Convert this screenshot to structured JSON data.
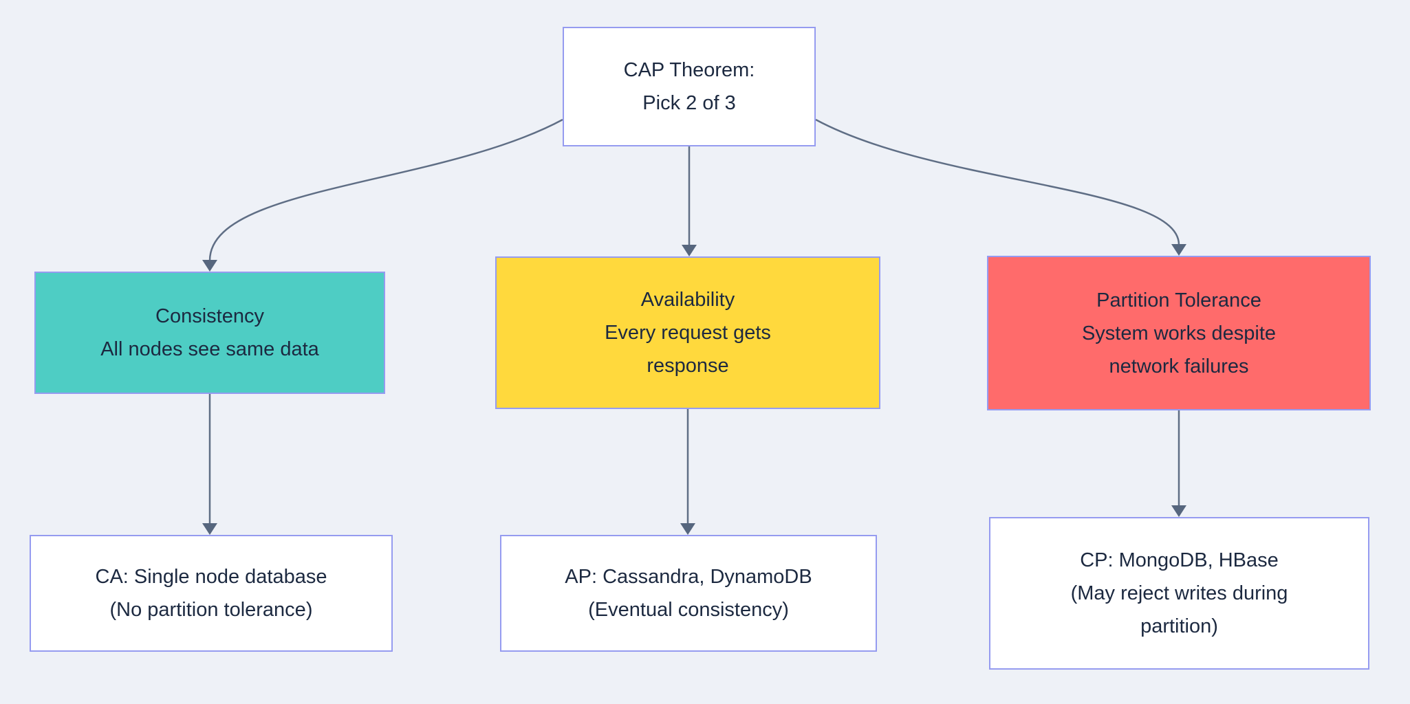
{
  "diagram": {
    "type": "flowchart",
    "background": "#eef1f7",
    "colors": {
      "node_border": "#959bf0",
      "edge_line": "#5f6e85",
      "arrowhead": "#56667e",
      "text": "#1c2940",
      "root_fill": "#ffffff",
      "consistency_fill": "#4ecdc4",
      "availability_fill": "#ffd93d",
      "partition_fill": "#ff6b6b",
      "result_fill": "#ffffff"
    },
    "nodes": {
      "root": {
        "lines": [
          "CAP Theorem:",
          "Pick 2 of 3"
        ],
        "fill": "#ffffff"
      },
      "consistency": {
        "lines": [
          "Consistency",
          "All nodes see same data"
        ],
        "fill": "#4ecdc4"
      },
      "availability": {
        "lines": [
          "Availability",
          "Every request gets",
          "response"
        ],
        "fill": "#ffd93d"
      },
      "partition_tolerance": {
        "lines": [
          "Partition Tolerance",
          "System works despite",
          "network failures"
        ],
        "fill": "#ff6b6b"
      },
      "ca": {
        "lines": [
          "CA: Single node database",
          "(No partition tolerance)"
        ],
        "fill": "#ffffff"
      },
      "ap": {
        "lines": [
          "AP: Cassandra, DynamoDB",
          "(Eventual consistency)"
        ],
        "fill": "#ffffff"
      },
      "cp": {
        "lines": [
          "CP: MongoDB, HBase",
          "(May reject writes during",
          "partition)"
        ],
        "fill": "#ffffff"
      }
    },
    "edges": [
      {
        "from": "root",
        "to": "consistency"
      },
      {
        "from": "root",
        "to": "availability"
      },
      {
        "from": "root",
        "to": "partition_tolerance"
      },
      {
        "from": "consistency",
        "to": "ca"
      },
      {
        "from": "availability",
        "to": "ap"
      },
      {
        "from": "partition_tolerance",
        "to": "cp"
      }
    ]
  }
}
